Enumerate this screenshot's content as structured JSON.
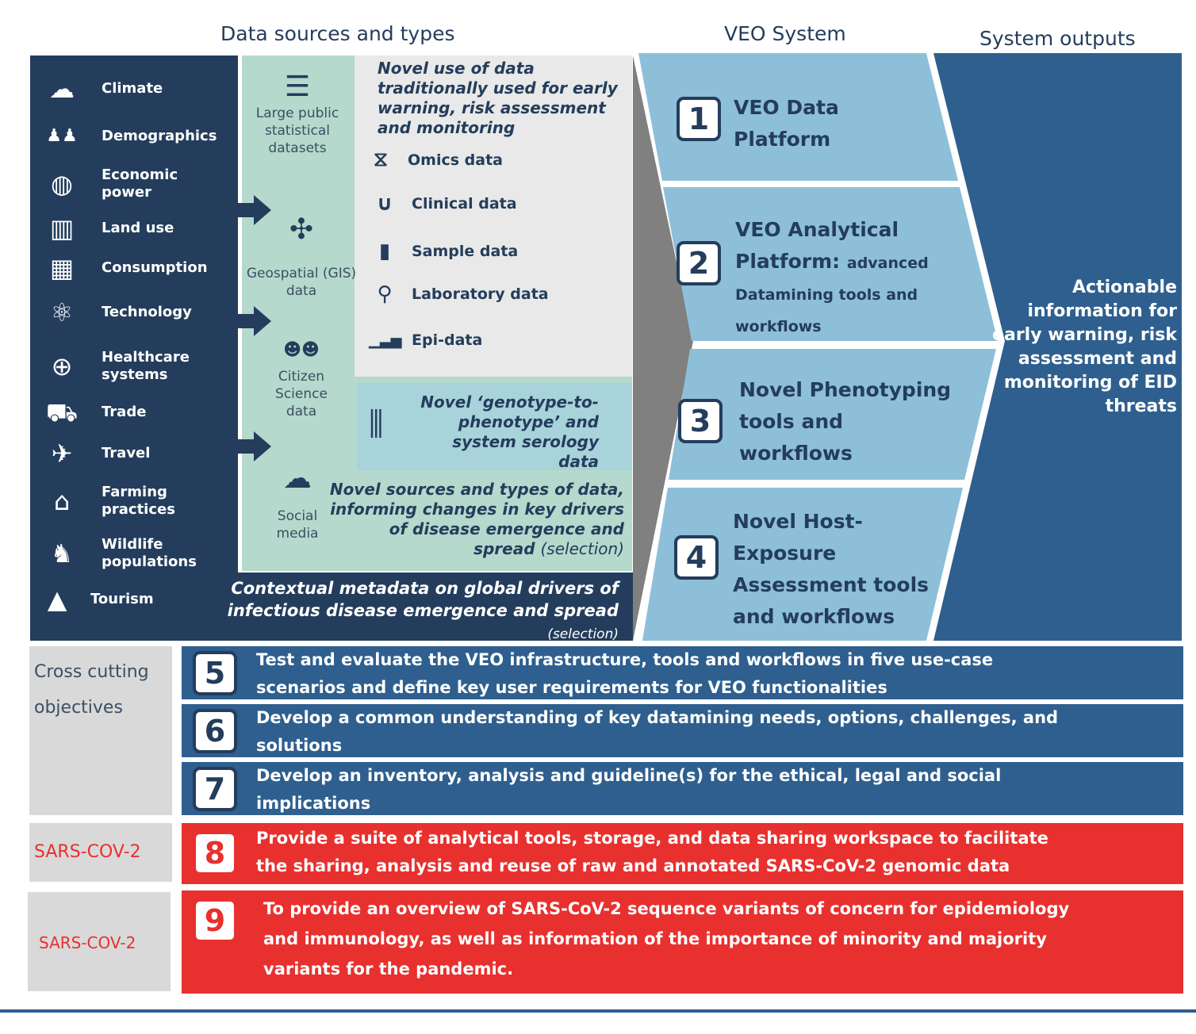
{
  "headers": {
    "sources": "Data sources and types",
    "veo": "VEO System",
    "outputs": "System outputs"
  },
  "drivers": [
    {
      "icon": "climate-icon",
      "glyph": "☁",
      "label": "Climate"
    },
    {
      "icon": "demographics-icon",
      "glyph": "♟♟",
      "label": "Demographics"
    },
    {
      "icon": "globe-icon",
      "glyph": "◍",
      "label": "Economic power"
    },
    {
      "icon": "map-icon",
      "glyph": "▥",
      "label": "Land use"
    },
    {
      "icon": "shopping-cart-icon",
      "glyph": "▦",
      "label": "Consumption"
    },
    {
      "icon": "atom-icon",
      "glyph": "⚛",
      "label": "Technology"
    },
    {
      "icon": "medical-cross-icon",
      "glyph": "⊕",
      "label": "Healthcare systems"
    },
    {
      "icon": "hand-truck-icon",
      "glyph": "⛟",
      "label": "Trade"
    },
    {
      "icon": "airplane-icon",
      "glyph": "✈",
      "label": "Travel"
    },
    {
      "icon": "barn-icon",
      "glyph": "⌂",
      "label": "Farming practices"
    },
    {
      "icon": "goose-icon",
      "glyph": "♞",
      "label": "Wildlife populations"
    },
    {
      "icon": "tent-icon",
      "glyph": "▲",
      "label": "Tourism"
    }
  ],
  "sources": [
    {
      "icon": "database-icon",
      "glyph": "☰",
      "label": "Large public statistical datasets"
    },
    {
      "icon": "satellite-icon",
      "glyph": "✣",
      "label": "Geospatial (GIS) data"
    },
    {
      "icon": "people-group-icon",
      "glyph": "☻☻",
      "label": "Citizen Science data"
    },
    {
      "icon": "cloud-computer-icon",
      "glyph": "☁",
      "label": "Social media"
    }
  ],
  "traditional": {
    "heading": "Novel use of data traditionally used for early warning, risk assessment and monitoring",
    "items": [
      {
        "icon": "dna-icon",
        "glyph": "⧖",
        "label": "Omics data"
      },
      {
        "icon": "stethoscope-icon",
        "glyph": "∪",
        "label": "Clinical data"
      },
      {
        "icon": "blood-bag-icon",
        "glyph": "▮",
        "label": "Sample data"
      },
      {
        "icon": "microscope-icon",
        "glyph": "⚲",
        "label": "Laboratory data"
      },
      {
        "icon": "bar-chart-icon",
        "glyph": "▁▃▅",
        "label": "Epi-data"
      }
    ]
  },
  "genotype": {
    "icon": "test-tubes-icon",
    "glyph": "⫼",
    "text": "Novel ‘genotype-to-phenotype’ and system serology data"
  },
  "novel_sources": {
    "text": "Novel sources and types of data, informing changes in key drivers of disease emergence and spread",
    "suffix": "(selection)"
  },
  "contextual": {
    "text": "Contextual metadata on global drivers of infectious disease emergence and spread",
    "suffix": "(selection)"
  },
  "veo": [
    {
      "num": "1",
      "title": "VEO Data Platform",
      "sub": ""
    },
    {
      "num": "2",
      "title": "VEO Analytical Platform:",
      "sub": "advanced Datamining tools and workflows"
    },
    {
      "num": "3",
      "title": "Novel Phenotyping tools and workflows",
      "sub": ""
    },
    {
      "num": "4",
      "title": "Novel Host-Exposure Assessment tools and workflows",
      "sub": ""
    }
  ],
  "output": "Actionable information for early warning, risk assessment and monitoring of EID threats",
  "cross_label": "Cross cutting objectives",
  "objectives": [
    {
      "num": "5",
      "text": "Test and evaluate the VEO infrastructure, tools and workflows in five use-case scenarios and define key user requirements for VEO functionalities"
    },
    {
      "num": "6",
      "text": "Develop a common understanding of key datamining needs, options, challenges, and solutions"
    },
    {
      "num": "7",
      "text": "Develop an inventory, analysis and guideline(s) for the ethical, legal and social implications"
    }
  ],
  "sars": [
    {
      "label": "SARS-COV-2",
      "num": "8",
      "text": "Provide a suite of analytical tools, storage, and data sharing workspace to facilitate the sharing, analysis and reuse of raw and annotated SARS-CoV-2 genomic data"
    },
    {
      "label": "SARS-COV-2",
      "num": "9",
      "text": "To provide an overview of SARS-CoV-2 sequence variants of concern for epidemiology and immunology, as well as information of the importance of minority and majority variants  for the pandemic."
    }
  ],
  "colors": {
    "navy": "#243d5c",
    "blue": "#2e5f8e",
    "light_blue": "#8ebfd9",
    "green": "#b5d9cc",
    "teal": "#a8d3da",
    "red": "#e8302e",
    "grey": "#d9d9d9"
  }
}
